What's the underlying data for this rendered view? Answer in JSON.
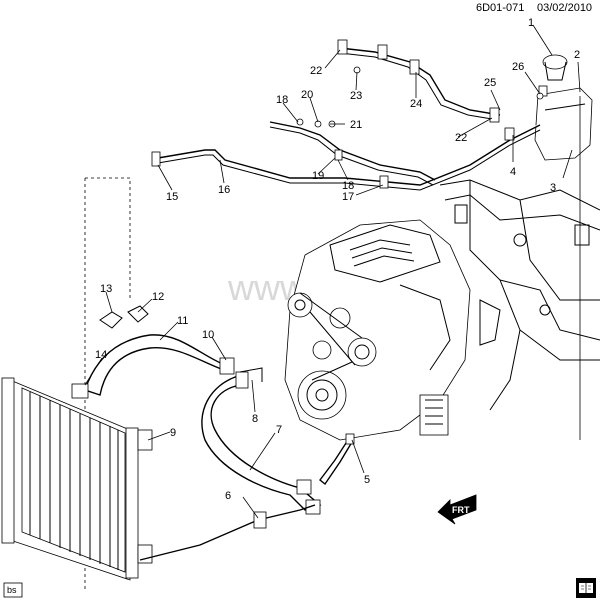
{
  "header": {
    "code": "6D01-071",
    "date": "03/02/2010"
  },
  "watermark": "www.gm",
  "callouts": [
    {
      "id": "c1",
      "text": "1"
    },
    {
      "id": "c2",
      "text": "2"
    },
    {
      "id": "c3",
      "text": "3"
    },
    {
      "id": "c4",
      "text": "4"
    },
    {
      "id": "c5",
      "text": "5"
    },
    {
      "id": "c6",
      "text": "6"
    },
    {
      "id": "c7",
      "text": "7"
    },
    {
      "id": "c8",
      "text": "8"
    },
    {
      "id": "c9",
      "text": "9"
    },
    {
      "id": "c10",
      "text": "10"
    },
    {
      "id": "c11",
      "text": "11"
    },
    {
      "id": "c12",
      "text": "12"
    },
    {
      "id": "c13",
      "text": "13"
    },
    {
      "id": "c14",
      "text": "14"
    },
    {
      "id": "c15",
      "text": "15"
    },
    {
      "id": "c16",
      "text": "16"
    },
    {
      "id": "c17",
      "text": "17"
    },
    {
      "id": "c18a",
      "text": "18"
    },
    {
      "id": "c18b",
      "text": "18"
    },
    {
      "id": "c19",
      "text": "19"
    },
    {
      "id": "c20",
      "text": "20"
    },
    {
      "id": "c21",
      "text": "21"
    },
    {
      "id": "c22a",
      "text": "22"
    },
    {
      "id": "c22b",
      "text": "22"
    },
    {
      "id": "c23",
      "text": "23"
    },
    {
      "id": "c24",
      "text": "24"
    },
    {
      "id": "c25",
      "text": "25"
    },
    {
      "id": "c26",
      "text": "26"
    }
  ],
  "front_arrow": "FRT",
  "corner_tag": "bs",
  "icons": {
    "front_arrow": "front-direction-arrow-icon",
    "manual": "book-icon"
  }
}
